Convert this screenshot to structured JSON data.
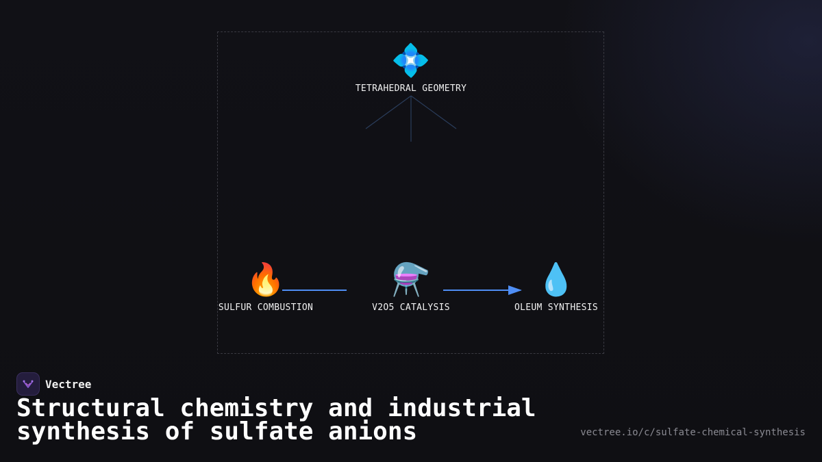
{
  "diagram": {
    "top_node": {
      "icon": "💠",
      "label": "TETRAHEDRAL GEOMETRY"
    },
    "process_nodes": [
      {
        "icon": "🔥",
        "label": "SULFUR COMBUSTION"
      },
      {
        "icon": "⚗️",
        "label": "V2O5 CATALYSIS"
      },
      {
        "icon": "💧",
        "label": "OLEUM SYNTHESIS"
      }
    ],
    "colors": {
      "arrow": "#4f8ef5",
      "tetra_lines": "#2a3d5c",
      "frame": "#3a3a42"
    }
  },
  "footer": {
    "brand_name": "Vectree",
    "brand_icon": "vectree-logo-icon",
    "title": "Structural chemistry and industrial synthesis of sulfate anions",
    "url": "vectree.io/c/sulfate-chemical-synthesis"
  }
}
